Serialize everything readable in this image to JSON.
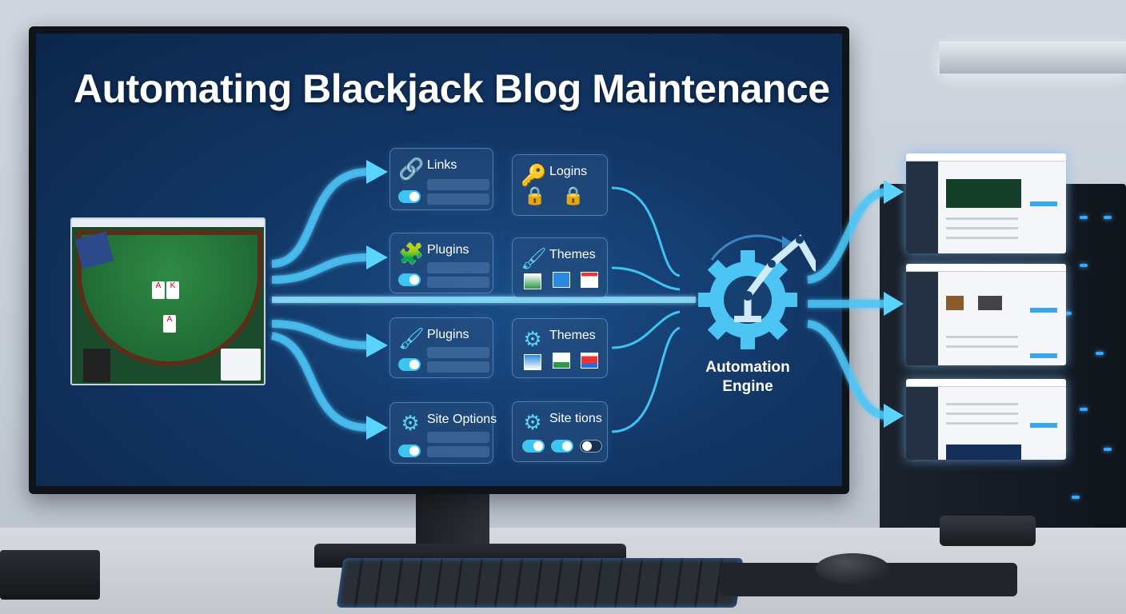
{
  "title": "Automating Blackjack Blog Maintenance",
  "cards": [
    {
      "title": "Links",
      "icon": "link-icon",
      "toggles": [
        true
      ]
    },
    {
      "title": "Logins",
      "icon": "key-icon"
    },
    {
      "title": "Plugins",
      "icon": "puzzle-icon",
      "toggles": [
        true
      ]
    },
    {
      "title": "Themes",
      "icon": "paintbrush-icon"
    },
    {
      "title": "Plugins",
      "icon": "paintbrush-icon",
      "toggles": [
        true
      ]
    },
    {
      "title": "Themes",
      "icon": "gear-icon"
    },
    {
      "title": "Site Options",
      "icon": "gear-icon",
      "toggles": [
        true
      ]
    },
    {
      "title": "Site tions",
      "icon": "gear-icon",
      "toggles": [
        true,
        true,
        false
      ]
    }
  ],
  "engine": {
    "label_line1": "Automation",
    "label_line2": "Engine",
    "icon": "gear-robot-arm-icon"
  },
  "colors": {
    "accent": "#3ec4f2",
    "screen_bg": "#123665"
  }
}
